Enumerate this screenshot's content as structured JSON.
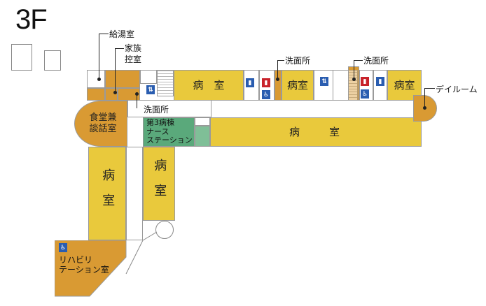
{
  "floor": "3F",
  "rooms": {
    "ward": "病室",
    "ward_spaced": "病　室",
    "ward_wide": "病　　室",
    "dining": "食堂兼\n談話室",
    "station": "第3病棟\nナース\nステーション",
    "rehab": "リハビリ\nテーション室"
  },
  "callouts": {
    "kitchenette": "給湯室",
    "family_room": "家族\n控室",
    "washroom": "洗面所",
    "day_room": "デイルーム"
  },
  "icons": {
    "elevator": "elevator-icon",
    "toilet": "toilet-icon",
    "accessible": "accessible-icon"
  },
  "colors": {
    "ward": "#e9c93c",
    "service": "#d99a33",
    "station": "#5aa97b"
  }
}
